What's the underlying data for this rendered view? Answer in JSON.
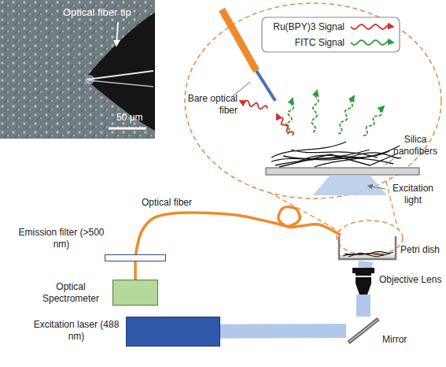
{
  "diagram": {
    "nodes": [
      {
        "text": [
          "Emission filter (>500 nm)"
        ]
      },
      {
        "text": [
          "Optical Spectrometer"
        ]
      },
      {
        "text": [
          "Petri dish"
        ]
      },
      {
        "text": [
          "Objective Lens"
        ]
      },
      {
        "text": [
          "Excitation laser (488 nm)"
        ]
      },
      {
        "text": [
          "Mirror"
        ]
      }
    ],
    "edges": [
      {
        "from": 2,
        "to": 0,
        "arrow": "none",
        "label": "Optical fiber"
      },
      {
        "from": 0,
        "to": 1,
        "arrow": "none"
      },
      {
        "from": 4,
        "to": 5,
        "arrow": "none"
      },
      {
        "from": 5,
        "to": 3,
        "arrow": "none"
      },
      {
        "from": 3,
        "to": 2,
        "arrow": "none"
      }
    ],
    "labels": [
      "Optical fiber tip",
      "50 μm",
      "Bare optical fiber",
      "Silica nanofibers",
      "Excitation light"
    ],
    "legend": [
      {
        "text": "Ru(BPY)3 Signal"
      },
      {
        "text": "FITC Signal"
      }
    ]
  }
}
